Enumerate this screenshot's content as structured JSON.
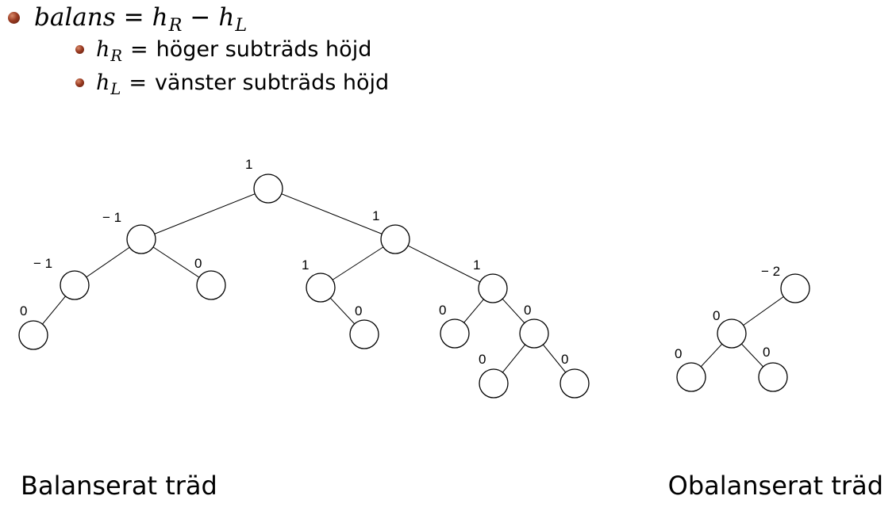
{
  "bullets": {
    "main": {
      "lhs": "balans",
      "eq": "=",
      "a": "h",
      "a_sub": "R",
      "minus": "−",
      "b": "h",
      "b_sub": "L"
    },
    "sub1": {
      "var": "h",
      "var_sub": "R",
      "eq": "=",
      "text": "höger subträds höjd"
    },
    "sub2": {
      "var": "h",
      "var_sub": "L",
      "eq": "=",
      "text": "vänster subträds höjd"
    }
  },
  "balanced_tree": {
    "nodes": [
      {
        "id": "root",
        "label": "1"
      },
      {
        "id": "l",
        "label": "− 1"
      },
      {
        "id": "ll",
        "label": "− 1"
      },
      {
        "id": "lll",
        "label": "0"
      },
      {
        "id": "lr",
        "label": "0"
      },
      {
        "id": "r",
        "label": "1"
      },
      {
        "id": "rl",
        "label": "1"
      },
      {
        "id": "rlr",
        "label": "0"
      },
      {
        "id": "rr",
        "label": "1"
      },
      {
        "id": "rrl",
        "label": "0"
      },
      {
        "id": "rrr",
        "label": "0"
      },
      {
        "id": "rrrl",
        "label": "0"
      },
      {
        "id": "rrrr",
        "label": "0"
      }
    ]
  },
  "unbalanced_tree": {
    "nodes": [
      {
        "id": "u_root",
        "label": "− 2"
      },
      {
        "id": "u_l",
        "label": "0"
      },
      {
        "id": "u_ll",
        "label": "0"
      },
      {
        "id": "u_lr",
        "label": "0"
      }
    ]
  },
  "captions": {
    "balanced": "Balanserat träd",
    "unbalanced": "Obalanserat träd"
  }
}
